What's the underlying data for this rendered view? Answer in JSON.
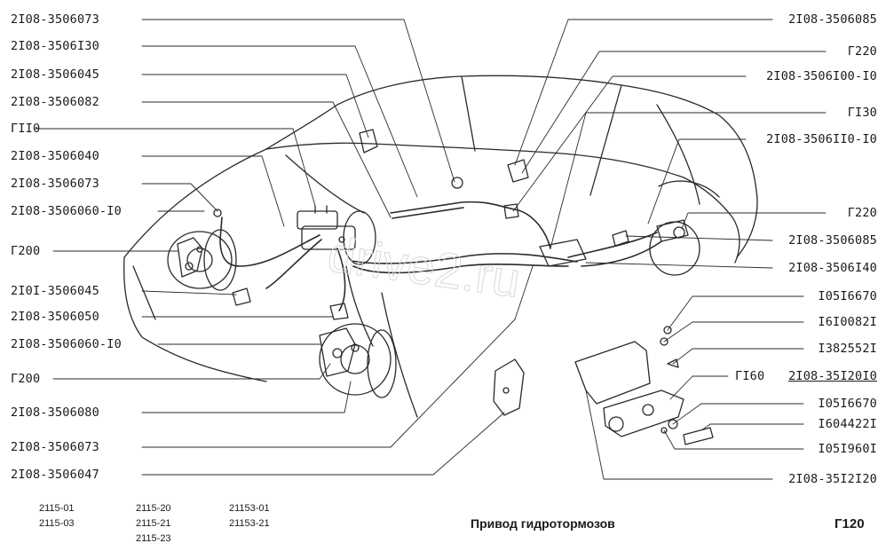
{
  "left_callouts": [
    "2I08-3506073",
    "2I08-3506I30",
    "2I08-3506045",
    "2I08-3506082",
    "ГII0",
    "2I08-3506040",
    "2I08-3506073",
    "2I08-3506060-I0",
    "Г200",
    "2I0I-3506045",
    "2I08-3506050",
    "2I08-3506060-I0",
    "Г200",
    "2I08-3506080",
    "2I08-3506073",
    "2I08-3506047"
  ],
  "right_callouts": [
    "2I08-3506085",
    "Г220",
    "2I08-3506I00-I0",
    "ГI30",
    "2I08-3506II0-I0",
    "Г220",
    "2I08-3506085",
    "2I08-3506I40",
    "I05I6670",
    "I6I0082I",
    "I382552I",
    "2I08-35I20I0",
    "I05I6670",
    "I604422I",
    "I05I960I",
    "2I08-35I2I20"
  ],
  "inline_callout": "ГI60",
  "models": {
    "col1": [
      "2115-01",
      "2115-03"
    ],
    "col2": [
      "2115-20",
      "2115-21",
      "2115-23"
    ],
    "col3": [
      "21153-01",
      "21153-21"
    ]
  },
  "title": "Привод гидротормозов",
  "sheet_code": "Г120"
}
